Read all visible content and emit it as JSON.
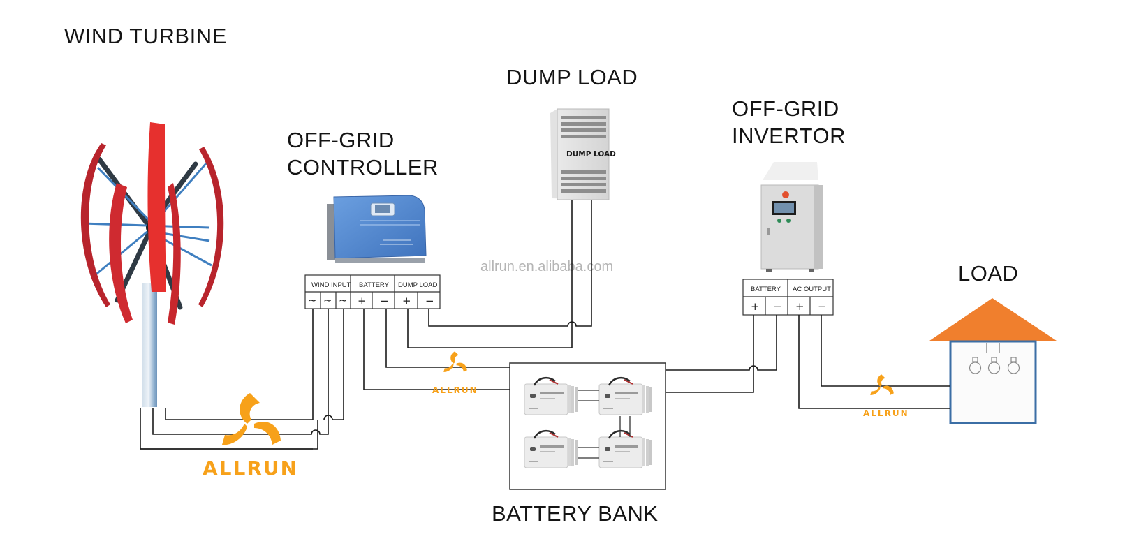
{
  "titles": {
    "wind_turbine": "WIND TURBINE",
    "dump_load": "DUMP  LOAD",
    "off_grid_controller": [
      "OFF-GRID",
      "CONTROLLER"
    ],
    "off_grid_invertor": [
      "OFF-GRID",
      "INVERTOR"
    ],
    "load": "LOAD",
    "battery_bank": "BATTERY BANK"
  },
  "watermark": "allrun.en.alibaba.com",
  "brand": {
    "name": "ALLRUN",
    "color": "#f7a11a"
  },
  "devices": {
    "dump_load_box_label": "DUMP LOAD"
  },
  "controller_terminals": {
    "groups": [
      {
        "label": "WIND INPUT",
        "slots": [
          "~",
          "~",
          "~"
        ]
      },
      {
        "label": "BATTERY",
        "slots": [
          "+",
          "−"
        ]
      },
      {
        "label": "DUMP LOAD",
        "slots": [
          "+",
          "−"
        ]
      }
    ]
  },
  "inverter_terminals": {
    "groups": [
      {
        "label": "BATTERY",
        "slots": [
          "+",
          "−"
        ]
      },
      {
        "label": "AC OUTPUT",
        "slots": [
          "+",
          "−"
        ]
      }
    ]
  },
  "colors": {
    "turbine_blade": "#d8262b",
    "turbine_pole": "#a9c4dc",
    "controller_body": "#4f86cf",
    "house_roof": "#f07f2d",
    "house_wall": "#3b6ea5",
    "wire": "#1a1a1a"
  },
  "load_bulbs": 3,
  "battery_count": 4
}
